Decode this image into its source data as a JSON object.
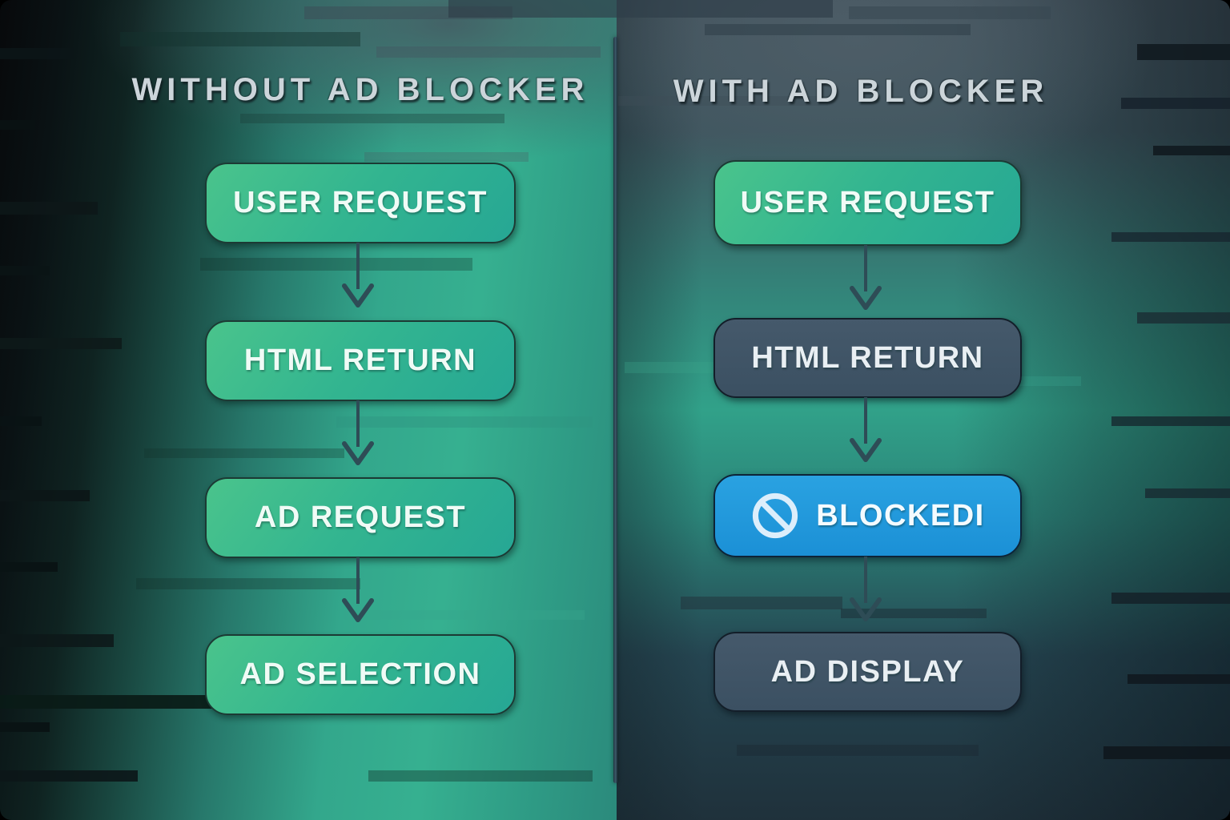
{
  "title": "Ad blocker request flow comparison",
  "left_column": {
    "heading": "WITHOUT AD BLOCKER",
    "steps": [
      {
        "label": "USER REQUEST",
        "variant": "green"
      },
      {
        "label": "HTML RETURN",
        "variant": "green"
      },
      {
        "label": "AD REQUEST",
        "variant": "green"
      },
      {
        "label": "AD SELECTION",
        "variant": "green"
      }
    ]
  },
  "right_column": {
    "heading": "WITH AD BLOCKER",
    "steps": [
      {
        "label": "USER REQUEST",
        "variant": "green"
      },
      {
        "label": "HTML RETURN",
        "variant": "dark"
      },
      {
        "label": "BLOCKEDI",
        "variant": "blue",
        "icon": "prohibition-icon"
      },
      {
        "label": "AD DISPLAY",
        "variant": "dark"
      }
    ]
  },
  "colors": {
    "green_box_start": "#4ac48c",
    "green_box_end": "#26a794",
    "dark_box": "#45596b",
    "blue_box": "#1b90d6",
    "box_border_green": "#1c3a34",
    "box_border_dark": "#131e29",
    "box_border_blue": "#0d2438",
    "box_text_green": "#f0fbf6",
    "box_text_dark": "#e9eff3",
    "heading_text": "#ccd5da",
    "arrow": "#2e4c56",
    "divider": "#3d5a6a"
  }
}
